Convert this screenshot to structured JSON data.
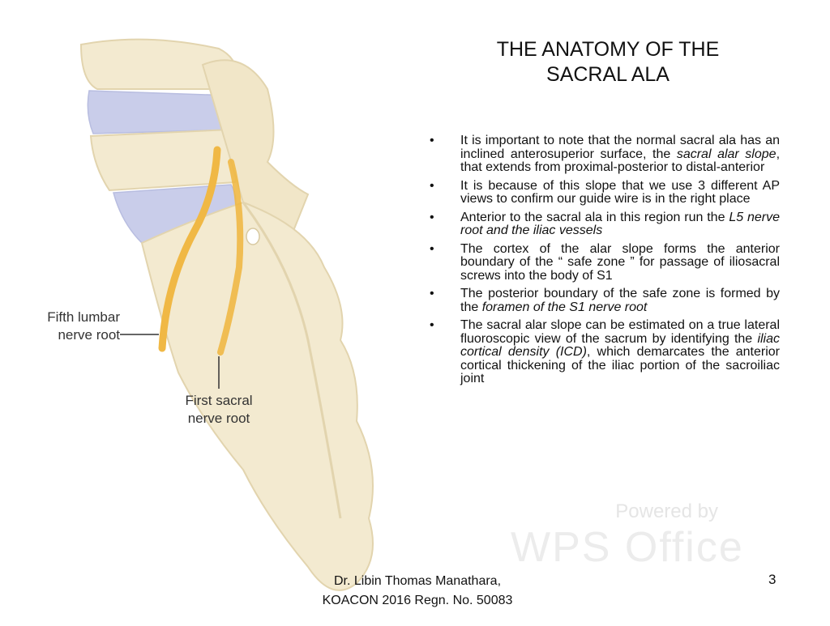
{
  "slide": {
    "title_line1": "THE ANATOMY OF THE",
    "title_line2": "SACRAL ALA",
    "bullet_glyph": "•",
    "bullets": [
      {
        "parts": [
          "It is important to note that the normal sacral ala has an inclined anterosuperior surface, the ",
          "sacral alar slope",
          ", that extends from proximal-posterior to distal-anterior"
        ]
      },
      {
        "parts": [
          "It is because of this slope that we use 3 different AP views to confirm our guide wire is in the right place"
        ]
      },
      {
        "parts": [
          "Anterior to the sacral ala in this region run the ",
          "L5 nerve root and the iliac vessels"
        ]
      },
      {
        "parts": [
          "The cortex of the alar slope forms the anterior boundary of the “ safe zone ” for passage of iliosacral screws into the body of S1"
        ]
      },
      {
        "parts": [
          "The posterior boundary of the safe zone is formed by the ",
          "foramen of the S1 nerve root"
        ]
      },
      {
        "parts": [
          "The sacral alar slope can be estimated on a true lateral fluoroscopic view of the sacrum by identifying the ",
          "iliac cortical density (ICD)",
          ", which demarcates the anterior cortical thickening of the iliac portion of the sacroiliac joint"
        ]
      }
    ],
    "footer_line1": "Dr. Libin Thomas Manathara,",
    "footer_line2": "KOACON 2016 Regn. No. 50083",
    "page_number": "3"
  },
  "figure": {
    "label_fifth_line1": "Fifth lumbar",
    "label_fifth_line2": "nerve root",
    "label_first_line1": "First sacral",
    "label_first_line2": "nerve root",
    "colors": {
      "bone": "#f3ead0",
      "bone_shade": "#e2d4ae",
      "disc": "#c9cdea",
      "nerve": "#f0b845"
    }
  },
  "watermark": {
    "powered": "Powered by",
    "logo": "WPS Office"
  }
}
